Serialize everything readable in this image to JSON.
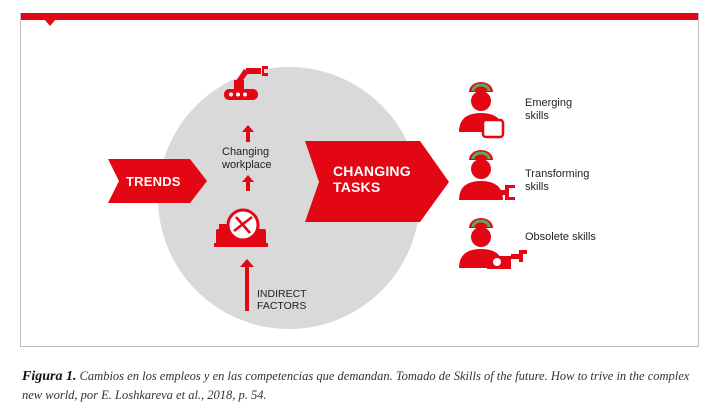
{
  "diagram": {
    "trends_label": "TRENDS",
    "changing_tasks_label_line1": "CHANGING",
    "changing_tasks_label_line2": "TASKS",
    "changing_workplace_line1": "Changing",
    "changing_workplace_line2": "workplace",
    "indirect_factors_line1": "INDIRECT",
    "indirect_factors_line2": "FACTORS",
    "skills": [
      {
        "line1": "Emerging",
        "line2": "skills"
      },
      {
        "line1": "Transforming",
        "line2": "skills"
      },
      {
        "line1": "Obsolete skills",
        "line2": ""
      }
    ],
    "colors": {
      "accent": "#e30613",
      "circle": "#d9d9d9",
      "frame": "#bdbdbd"
    }
  },
  "caption": {
    "label": "Figura 1.",
    "text": "Cambios en los empleos y en las competencias que demandan. Tomado de Skills of the future. How to trive in the complex new world, por E. Loshkareva et al., 2018, p. 54."
  }
}
